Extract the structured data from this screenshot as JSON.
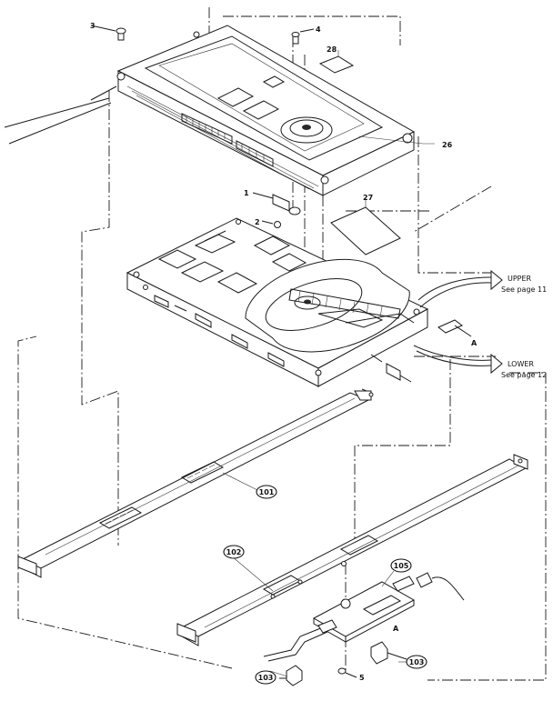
{
  "callouts": {
    "c1": "1",
    "c2": "2",
    "c3": "3",
    "c4": "4",
    "c5": "5",
    "c26": "26",
    "c27": "27",
    "c28": "28",
    "c101": "101",
    "c102": "102",
    "c103a": "103",
    "c103b": "103",
    "c105": "105",
    "markA1": "A",
    "markA2": "A"
  },
  "references": {
    "upper_title": "UPPER",
    "upper_page": "See page 11",
    "lower_title": "LOWER",
    "lower_page": "See page 12"
  }
}
